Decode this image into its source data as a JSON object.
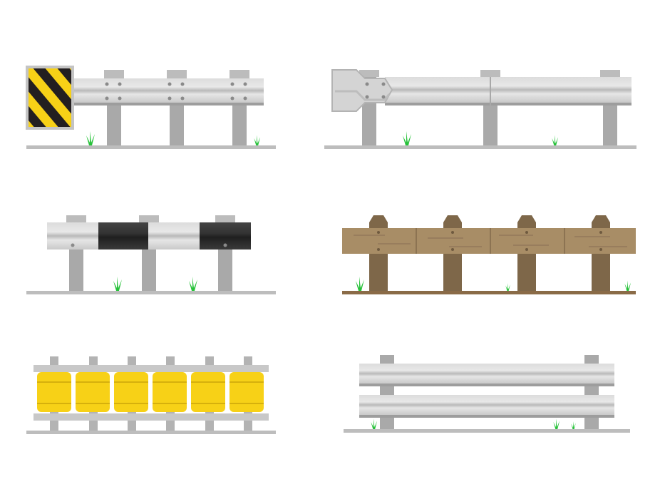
{
  "illustration": {
    "subject": "guardrail-variants",
    "panels": [
      {
        "id": "w-beam-hazard-terminal",
        "rail_color": "#c9c9c9",
        "post_color": "#a9a9a9",
        "accent_colors": [
          "#f7d117",
          "#231f20"
        ]
      },
      {
        "id": "w-beam-flared-end",
        "rail_color": "#d0d0d0",
        "post_color": "#a9a9a9"
      },
      {
        "id": "thrie-beam-striped",
        "rail_color": "#cfcfcf",
        "accent_colors": [
          "#2b2b2b"
        ],
        "post_color": "#a9a9a9"
      },
      {
        "id": "wooden-rail",
        "rail_color": "#a88d66",
        "post_color": "#7e6749"
      },
      {
        "id": "yellow-roller-barrier",
        "roller_color": "#f7d117",
        "frame_color": "#c8c8c8"
      },
      {
        "id": "double-rail",
        "rail_color": "#d0d0d0",
        "post_color": "#a9a9a9"
      }
    ],
    "colors": {
      "ground": "#bdbdbd",
      "dirt": "#8a6b47",
      "grass": "#27c23a"
    }
  }
}
